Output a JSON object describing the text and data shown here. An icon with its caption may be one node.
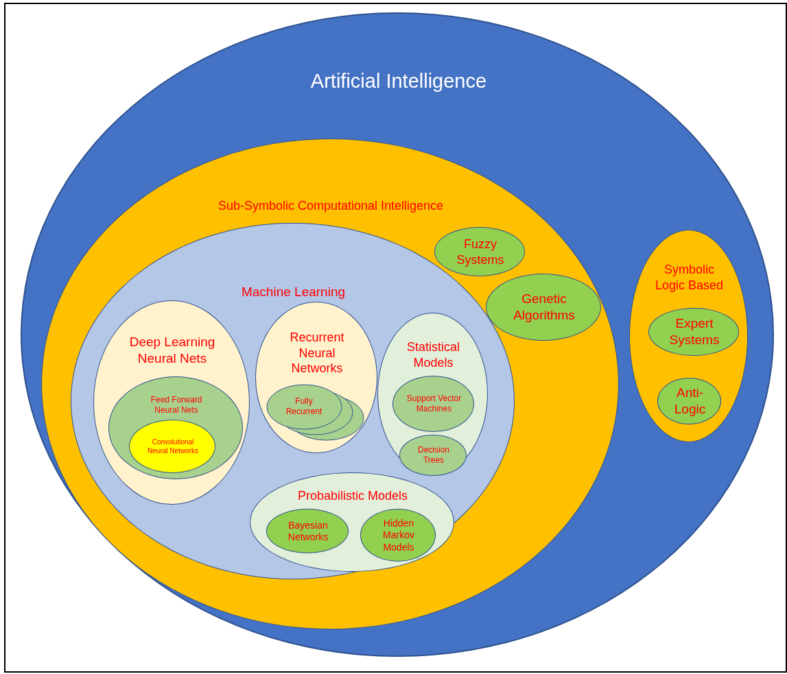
{
  "diagram": {
    "nodes": [
      {
        "text": [
          "Artificial Intelligence"
        ]
      },
      {
        "text": [
          "Sub-Symbolic Computational Intelligence"
        ],
        "in": 0
      },
      {
        "text": [
          "Machine Learning"
        ],
        "in": 1
      },
      {
        "text": [
          "Deep Learning Neural Nets"
        ],
        "in": 2
      },
      {
        "text": [
          "Feed Forward Neural Nets"
        ],
        "in": 3
      },
      {
        "text": [
          "Convolutional Neural Networks"
        ],
        "in": 4
      },
      {
        "text": [
          "Recurrent Neural Networks"
        ],
        "in": 2
      },
      {
        "text": [
          "Fully Recurrent"
        ],
        "in": 6
      },
      {
        "text": [
          "Statistical Models"
        ],
        "in": 2
      },
      {
        "text": [
          "Support Vector Machines"
        ],
        "in": 8
      },
      {
        "text": [
          "Decision Trees"
        ],
        "in": 8
      },
      {
        "text": [
          "Probabilistic Models"
        ],
        "in": 2
      },
      {
        "text": [
          "Bayesian Networks"
        ],
        "in": 11
      },
      {
        "text": [
          "Hidden Markov Models"
        ],
        "in": 11
      },
      {
        "text": [
          "Fuzzy Systems"
        ],
        "in": 1
      },
      {
        "text": [
          "Genetic Algorithms"
        ],
        "in": 1
      },
      {
        "text": [
          "Symbolic Logic Based"
        ],
        "in": 0
      },
      {
        "text": [
          "Expert Systems"
        ],
        "in": 16
      },
      {
        "text": [
          "Anti-Logic"
        ],
        "in": 16
      }
    ],
    "edges": []
  }
}
